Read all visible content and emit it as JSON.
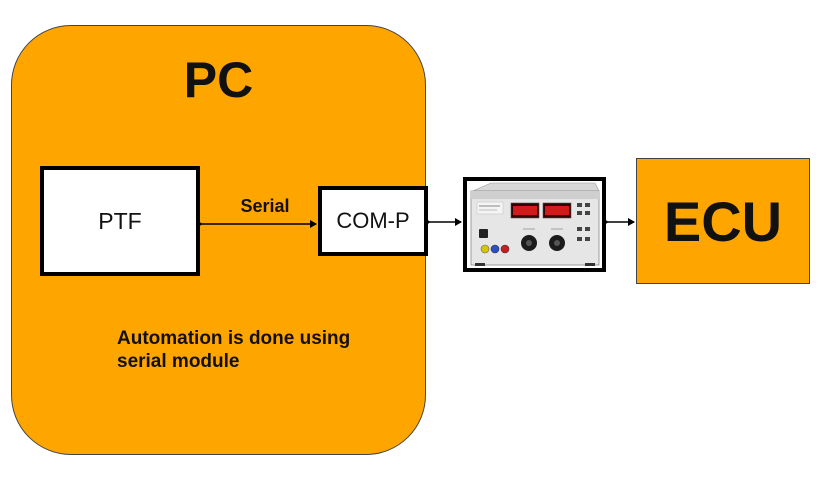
{
  "pc": {
    "title": "PC"
  },
  "ptf": {
    "label": "PTF"
  },
  "com_port": {
    "label": "COM-P"
  },
  "serial_link": {
    "label": "Serial"
  },
  "note": {
    "lines": [
      "Automation is done using",
      "serial module"
    ]
  },
  "ecu": {
    "label": "ECU"
  },
  "colors": {
    "container_fill": "#ffa500",
    "box_fill": "#ffffff",
    "line": "#000000"
  },
  "icons": {
    "power_supply": "lab-power-supply-icon"
  }
}
